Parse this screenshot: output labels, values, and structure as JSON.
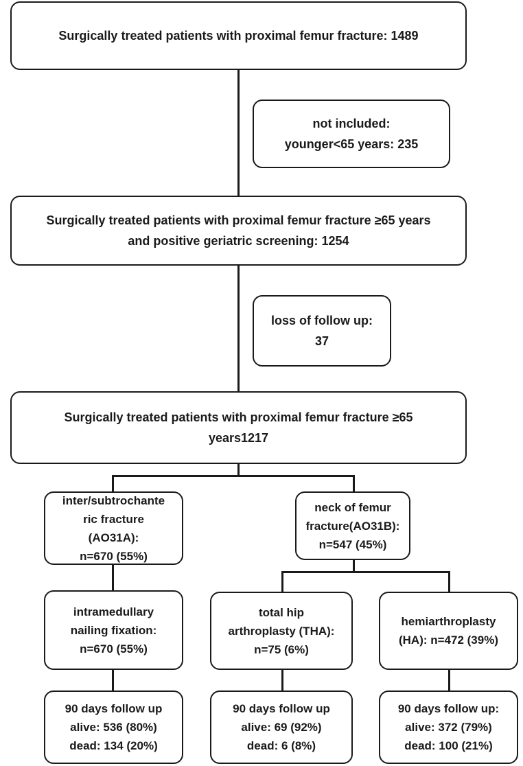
{
  "nodes": {
    "total": {
      "lines": [
        "Surgically treated patients with proximal femur fracture: 1489"
      ]
    },
    "excluded_age": {
      "lines": [
        "not included:",
        "younger<65 years:  235"
      ]
    },
    "screened": {
      "lines": [
        "Surgically treated patients with proximal femur fracture ≥65 years",
        "and positive geriatric screening: 1254"
      ]
    },
    "loss_followup": {
      "lines": [
        "loss of follow up:",
        "37"
      ]
    },
    "analyzed": {
      "lines": [
        "Surgically treated patients with proximal femur fracture ≥65",
        "years1217"
      ]
    },
    "intertrochanteric": {
      "lines": [
        "inter/subtrochante",
        "ric fracture",
        "(AO31A):",
        "n=670 (55%)"
      ]
    },
    "neck_of_femur": {
      "lines": [
        "neck of femur",
        "fracture(AO31B):",
        "n=547 (45%)"
      ]
    },
    "nailing": {
      "lines": [
        "intramedullary",
        "nailing fixation:",
        "n=670 (55%)"
      ]
    },
    "tha": {
      "lines": [
        "total hip",
        "arthroplasty  (THA):",
        "n=75 (6%)"
      ]
    },
    "ha": {
      "lines": [
        "hemiarthroplasty",
        "(HA): n=472 (39%)"
      ]
    },
    "outcome_nailing": {
      "lines": [
        "90 days follow up",
        "alive: 536 (80%)",
        "dead: 134 (20%)"
      ]
    },
    "outcome_tha": {
      "lines": [
        "90 days follow up",
        "alive: 69 (92%)",
        "dead: 6 (8%)"
      ]
    },
    "outcome_ha": {
      "lines": [
        "90 days follow up:",
        "alive: 372 (79%)",
        "dead: 100 (21%)"
      ]
    }
  }
}
